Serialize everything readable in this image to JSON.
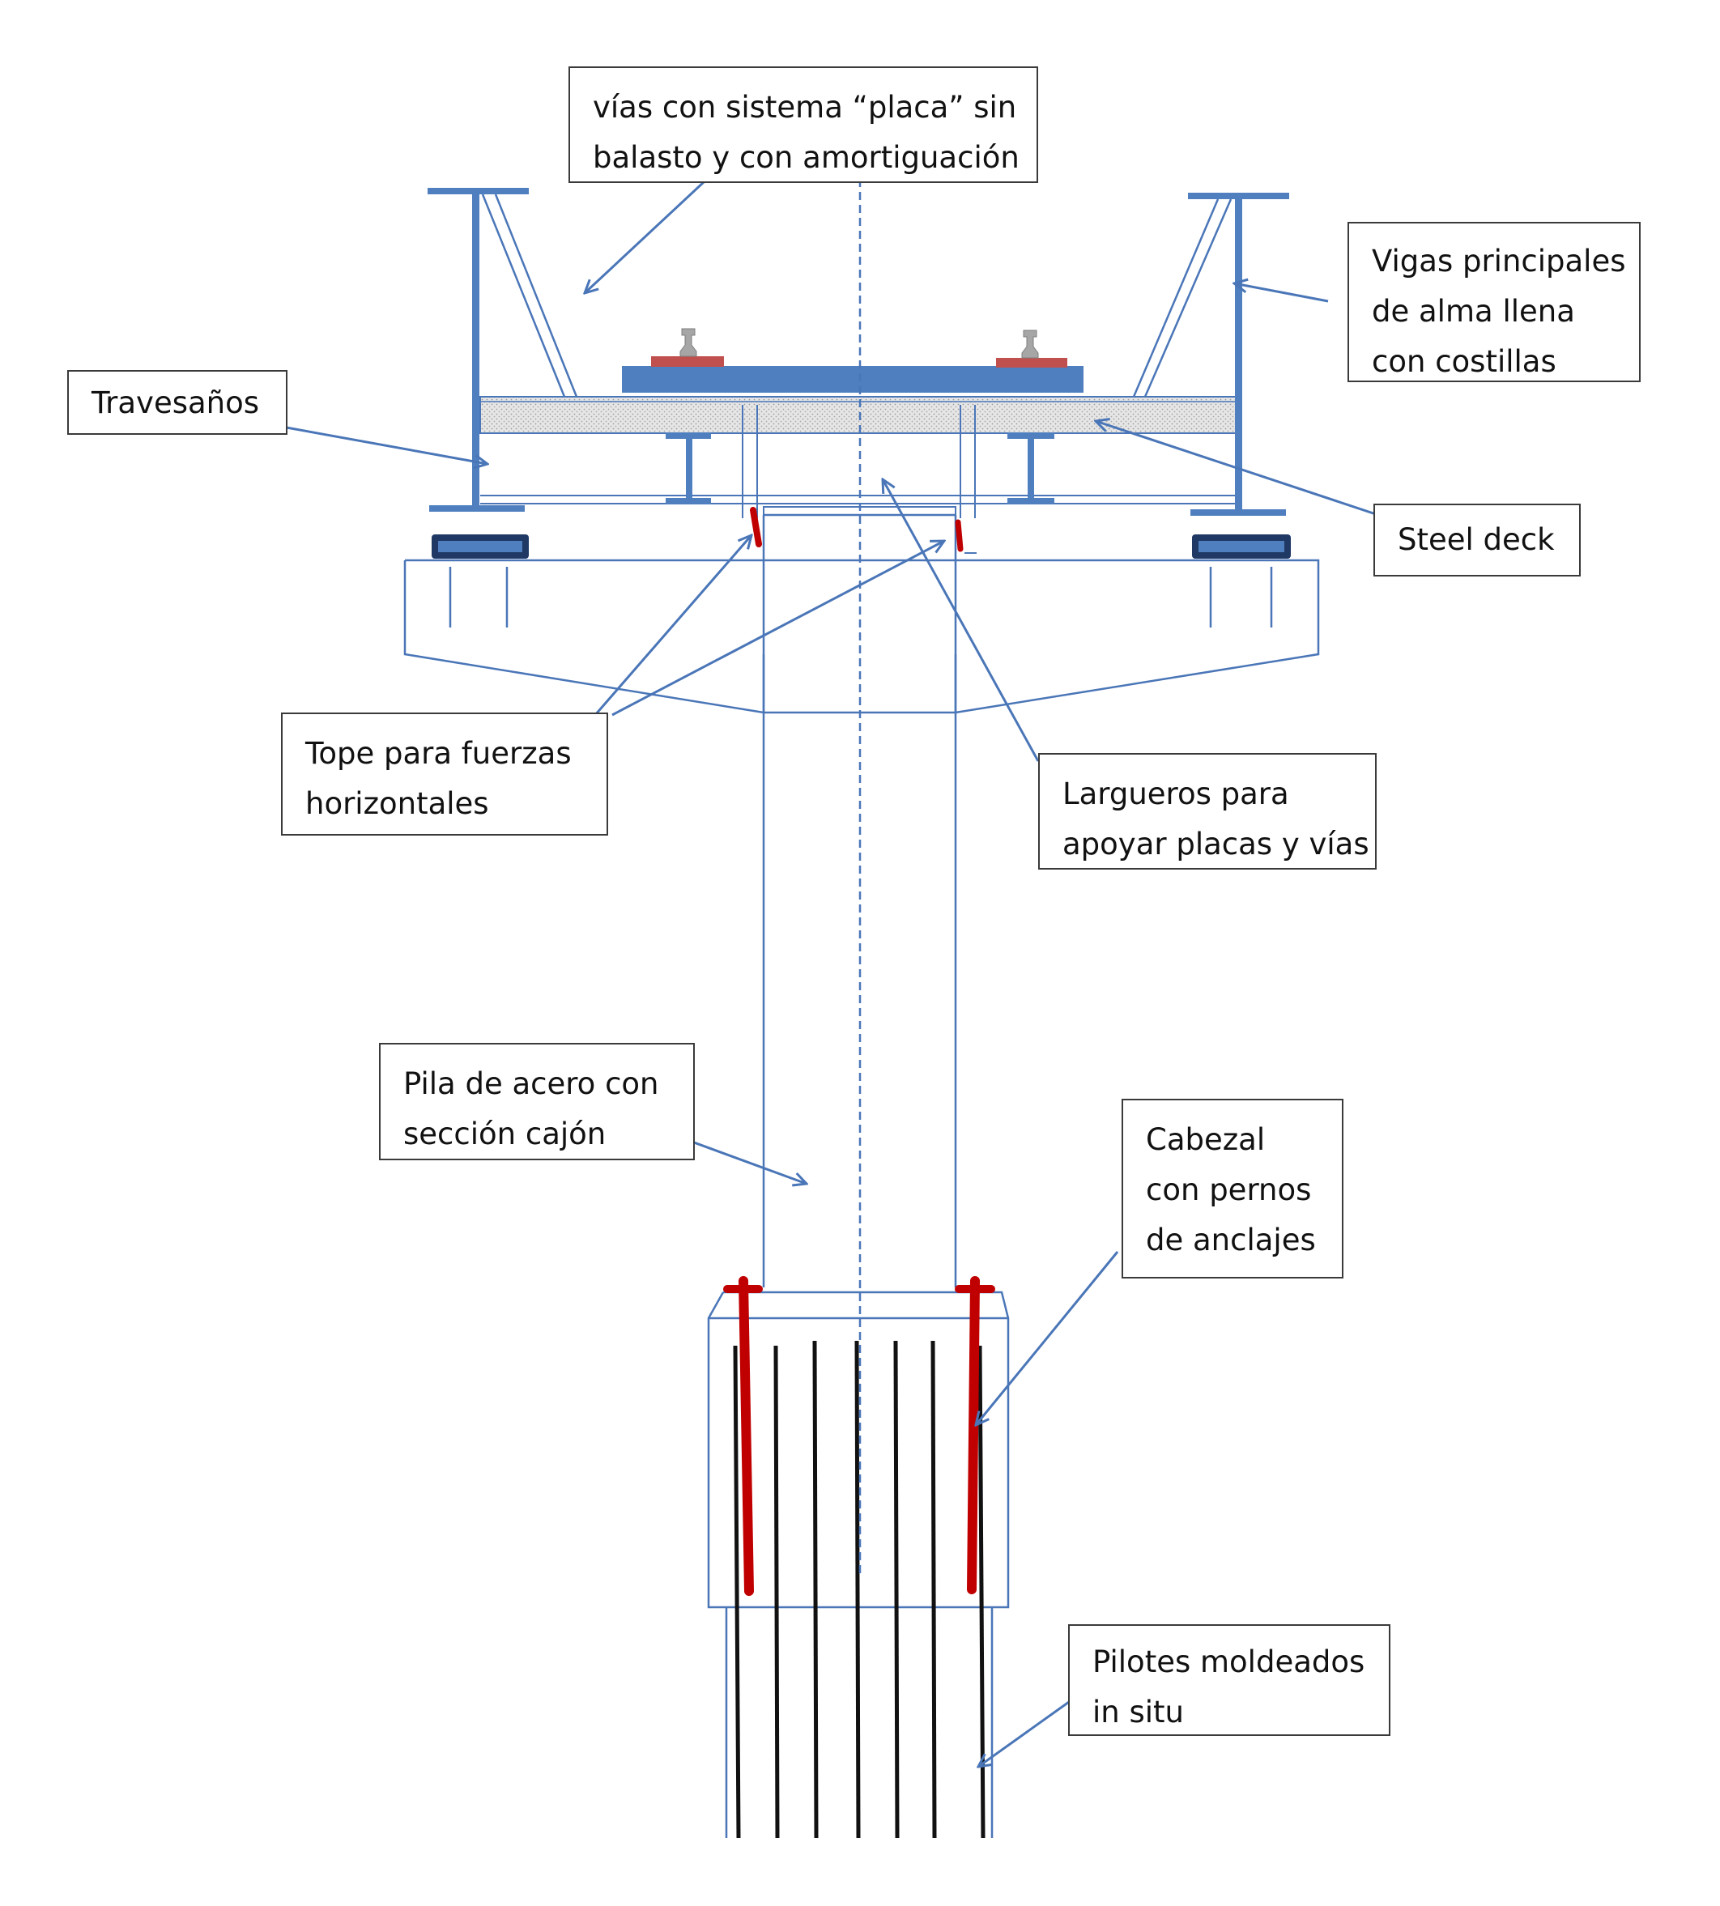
{
  "labels": {
    "vias": {
      "line1": "vías con sistema “placa” sin",
      "line2": "balasto  y con amortiguación"
    },
    "vigas": {
      "line1": "Vigas principales",
      "line2": "de alma llena",
      "line3": "con costillas"
    },
    "travesanos": {
      "line1": "Travesaños"
    },
    "steel_deck": {
      "line1": "Steel deck"
    },
    "tope": {
      "line1": "Tope para fuerzas",
      "line2": "horizontales"
    },
    "largueros": {
      "line1": "Largueros para",
      "line2": "apoyar placas  y vías"
    },
    "pila": {
      "line1": "Pila de acero con",
      "line2": "sección cajón"
    },
    "cabezal": {
      "line1": "Cabezal",
      "line2": "con pernos",
      "line3": "de anclajes"
    },
    "pilotes": {
      "line1": "Pilotes moldeados",
      "line2": "in situ"
    }
  },
  "colors": {
    "steel_blue": "#4f7fbf",
    "outline_blue": "#4a76b8",
    "bolt_red": "#c00000",
    "rail_pad_red": "#c0504d",
    "pile_black": "#111111",
    "bearing_dark": "#1f3864",
    "deck_fill": "#d9d9d9",
    "rail_gray": "#a6a6a6"
  }
}
